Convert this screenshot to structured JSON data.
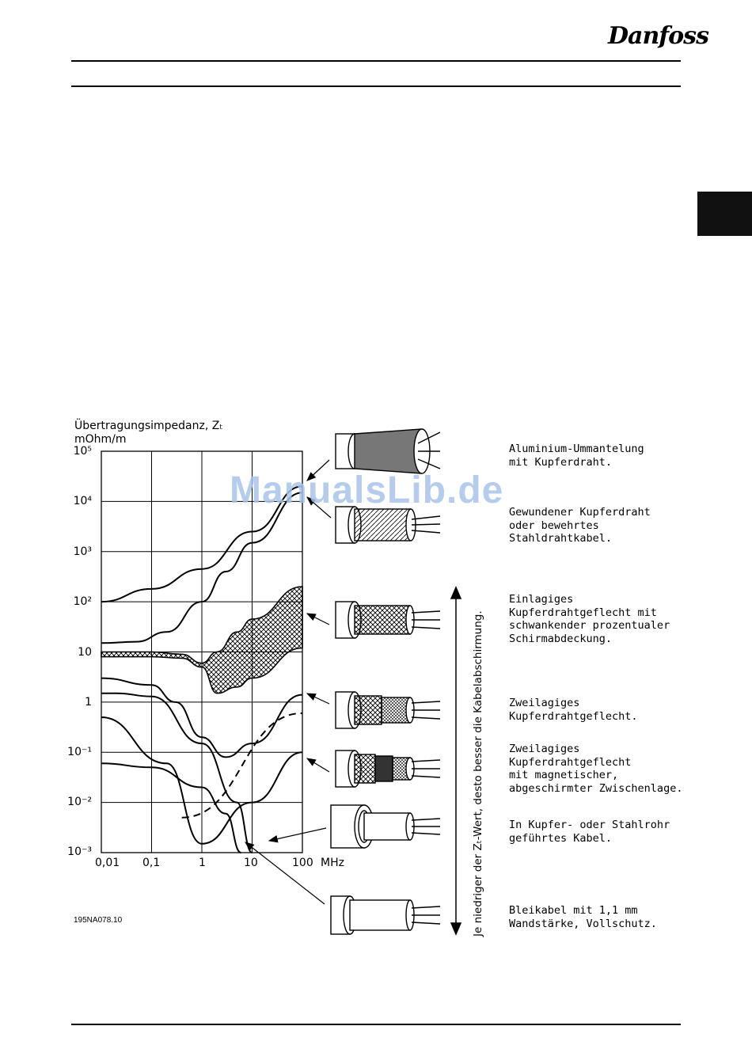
{
  "header": {
    "brand": "Danfoss"
  },
  "watermark": "ManualsLib.de",
  "figure_id": "195NA078.10",
  "side_note": "Je niedriger der Zₜ-Wert, desto besser die Kabelabschirmung.",
  "cables": [
    {
      "icon": "aluminium-sheath-cable-icon",
      "lines": [
        "Aluminium-Ummantelung",
        "mit Kupferdraht."
      ]
    },
    {
      "icon": "twisted-copper-cable-icon",
      "lines": [
        "Gewundener Kupferdraht",
        "oder bewehrtes",
        "Stahldrahtkabel."
      ]
    },
    {
      "icon": "single-braid-cable-icon",
      "lines": [
        "Einlagiges",
        "Kupferdrahtgeflecht mit",
        "schwankender prozentualer",
        "Schirmabdeckung."
      ]
    },
    {
      "icon": "double-braid-cable-icon",
      "lines": [
        "Zweilagiges",
        "Kupferdrahtgeflecht."
      ]
    },
    {
      "icon": "magnetic-braid-cable-icon",
      "lines": [
        "Zweilagiges",
        "Kupferdrahtgeflecht",
        "mit magnetischer,",
        "abgeschirmter Zwischenlage."
      ]
    },
    {
      "icon": "conduit-cable-icon",
      "lines": [
        "In Kupfer- oder Stahlrohr",
        "geführtes Kabel."
      ]
    },
    {
      "icon": "lead-cable-icon",
      "lines": [
        "Bleikabel mit 1,1 mm",
        "Wandstärke, Vollschutz."
      ]
    }
  ],
  "chart_data": {
    "type": "line",
    "title": "",
    "ylabel": "Übertragungsimpedanz, Zₜ",
    "yunit": "mOhm/m",
    "xlabel": "",
    "xunit": "MHz",
    "xscale": "log",
    "yscale": "log",
    "xlim": [
      0.01,
      100
    ],
    "ylim": [
      0.001,
      100000
    ],
    "x_ticks": [
      "0,01",
      "0,1",
      "1",
      "10",
      "100"
    ],
    "y_ticks": [
      "10⁻³",
      "10⁻²",
      "10⁻¹",
      "1",
      "10",
      "10²",
      "10³",
      "10⁴",
      "10⁵"
    ],
    "grid": true,
    "series": [
      {
        "cable": 1,
        "style": "solid",
        "x": [
          0.01,
          0.1,
          1,
          10,
          100
        ],
        "y": [
          100,
          180,
          450,
          2500,
          20000
        ]
      },
      {
        "cable": 2,
        "style": "solid",
        "x": [
          0.01,
          0.05,
          0.2,
          1,
          3,
          10,
          100
        ],
        "y": [
          15,
          16,
          25,
          100,
          400,
          1500,
          15000
        ]
      },
      {
        "cable": 3,
        "style": "band",
        "x": [
          0.01,
          0.1,
          0.4,
          1,
          2,
          5,
          10,
          100
        ],
        "y_low": [
          8,
          8,
          7.5,
          5,
          1.5,
          2,
          3,
          12
        ],
        "y_high": [
          10,
          10,
          9,
          6,
          10,
          25,
          45,
          200
        ]
      },
      {
        "cable": 4,
        "style": "solid",
        "x": [
          0.01,
          0.1,
          0.3,
          1,
          3,
          10,
          100
        ],
        "y": [
          3,
          2.2,
          1,
          0.2,
          0.08,
          0.15,
          1.4
        ]
      },
      {
        "cable": 5,
        "style": "solid",
        "x": [
          0.01,
          0.2,
          1,
          10,
          100
        ],
        "y": [
          0.5,
          0.06,
          0.0015,
          0.01,
          0.1
        ]
      },
      {
        "cable": 6,
        "style": "dashed",
        "x": [
          0.4,
          100
        ],
        "y": [
          0.005,
          0.6
        ]
      },
      {
        "cable": 7,
        "style": "solid",
        "x": [
          0.01,
          0.02,
          0.1,
          1,
          5,
          10
        ],
        "y": [
          1.5,
          1.5,
          1.3,
          0.15,
          0.01,
          0.001
        ]
      },
      {
        "cable": 7,
        "style": "solid",
        "x": [
          0.01,
          0.1,
          1,
          3,
          6
        ],
        "y": [
          0.06,
          0.05,
          0.02,
          0.006,
          0.001
        ]
      }
    ]
  }
}
